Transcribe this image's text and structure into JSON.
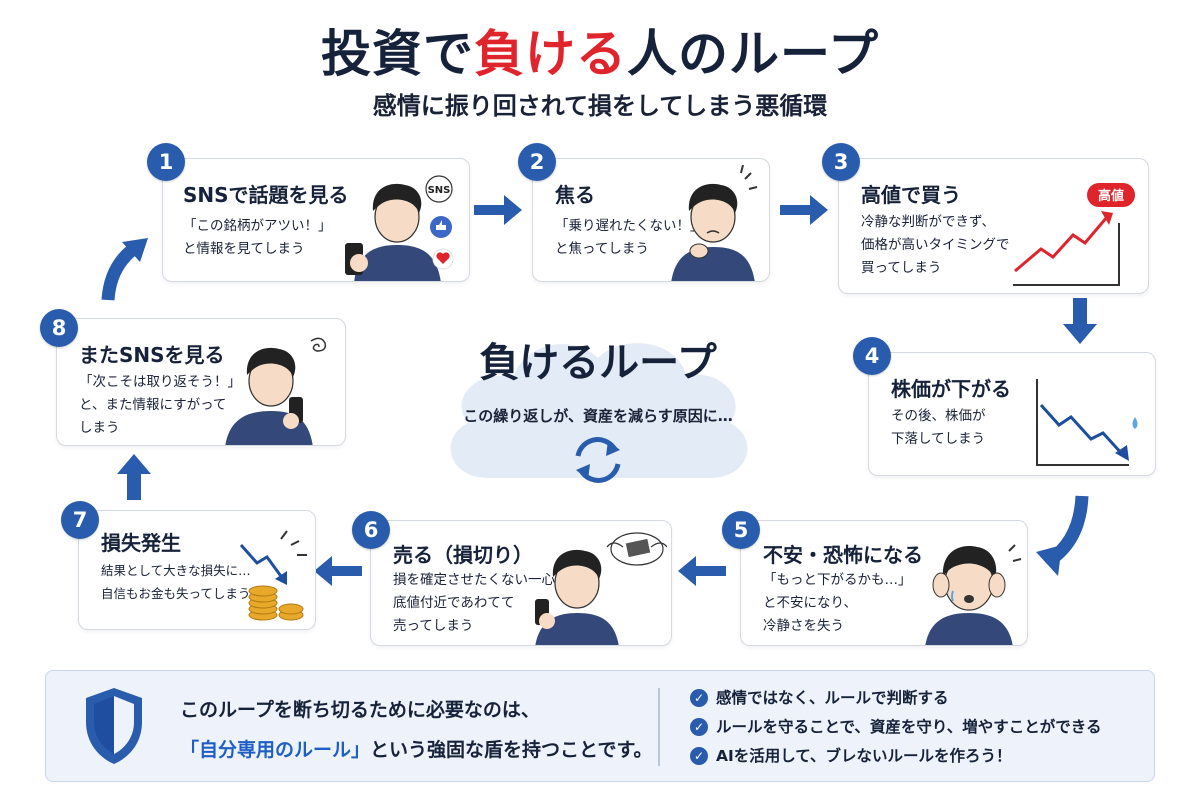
{
  "title": {
    "part1": "投資で",
    "part2": "負ける",
    "part3": "人のループ"
  },
  "subtitle": "感情に振り回されて損をしてしまう悪循環",
  "center": {
    "title": "負けるループ",
    "subtitle": "この繰り返しが、資産を減らす原因に…"
  },
  "steps": [
    {
      "num": "1",
      "heading": "SNSで話題を見る",
      "text": "「この銘柄がアツい！」\nと情報を見てしまう"
    },
    {
      "num": "2",
      "heading": "焦る",
      "text": "「乗り遅れたくない！」\nと焦ってしまう"
    },
    {
      "num": "3",
      "heading": "高値で買う",
      "text": "冷静な判断ができず、\n価格が高いタイミングで\n買ってしまう"
    },
    {
      "num": "4",
      "heading": "株価が下がる",
      "text": "その後、株価が\n下落してしまう"
    },
    {
      "num": "5",
      "heading": "不安・恐怖になる",
      "text": "「もっと下がるかも…」\nと不安になり、\n冷静さを失う"
    },
    {
      "num": "6",
      "heading": "売る（損切り）",
      "text": "損を確定させたくない一心で、\n底値付近であわてて\n売ってしまう"
    },
    {
      "num": "7",
      "heading": "損失発生",
      "text": "結果として大きな損失に…\n自信もお金も失ってしまう"
    },
    {
      "num": "8",
      "heading": "またSNSを見る",
      "text": "「次こそは取り返そう！」\nと、また情報にすがって\nしまう"
    }
  ],
  "art_labels": {
    "sns_bubble": "SNS",
    "high_tag": "高値"
  },
  "banner": {
    "line1": "このループを断ち切るために必要なのは、",
    "line2_highlight": "「自分専用のルール」",
    "line2_rest": "という強固な盾を持つことです。",
    "checks": [
      "感情ではなく、ルールで判断する",
      "ルールを守ることで、資産を守り、増やすことができる",
      "AIを活用して、ブレないルールを作ろう！"
    ]
  },
  "colors": {
    "accent": "#2a5cad",
    "title_red": "#e0242c",
    "chart_red": "#e0242c",
    "highlight_blue": "#1f5fc4"
  }
}
